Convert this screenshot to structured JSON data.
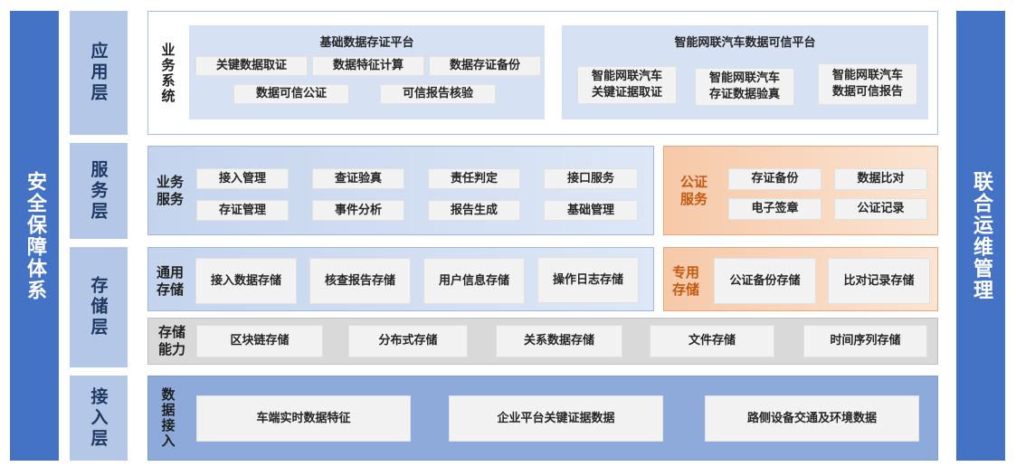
{
  "left_bar": "安全保障体系",
  "right_bar": "联合运维管理",
  "layers": {
    "app": "应用层",
    "service": "服务层",
    "storage": "存储层",
    "access": "接入层"
  },
  "app": {
    "label": "业务系统",
    "platform1": {
      "title": "基础数据存证平台",
      "items": [
        "关键数据取证",
        "数据特征计算",
        "数据存证备份",
        "数据可信公证",
        "可信报告核验"
      ]
    },
    "platform2": {
      "title": "智能网联汽车数据可信平台",
      "items": [
        [
          "智能网联汽车",
          "关键证据取证"
        ],
        [
          "智能网联汽车",
          "存证数据验真"
        ],
        [
          "智能网联汽车",
          "数据可信报告"
        ]
      ]
    }
  },
  "service": {
    "business_label": [
      "业务",
      "服务"
    ],
    "business_items": [
      "接入管理",
      "查证验真",
      "责任判定",
      "接口服务",
      "存证管理",
      "事件分析",
      "报告生成",
      "基础管理"
    ],
    "notary_label": [
      "公证",
      "服务"
    ],
    "notary_items": [
      "存证备份",
      "数据比对",
      "电子签章",
      "公证记录"
    ]
  },
  "storage": {
    "general_label": [
      "通用",
      "存储"
    ],
    "general_items": [
      "接入数据存储",
      "核查报告存储",
      "用户信息存储",
      "操作日志存储"
    ],
    "special_label": [
      "专用",
      "存储"
    ],
    "special_items": [
      "公证备份存储",
      "比对记录存储"
    ],
    "capability_label": [
      "存储",
      "能力"
    ],
    "capability_items": [
      "区块链存储",
      "分布式存储",
      "关系数据存储",
      "文件存储",
      "时间序列存储"
    ]
  },
  "access": {
    "label": "数据接入",
    "items": [
      "车端实时数据特征",
      "企业平台关键证据数据",
      "路侧设备交通及环境数据"
    ]
  }
}
